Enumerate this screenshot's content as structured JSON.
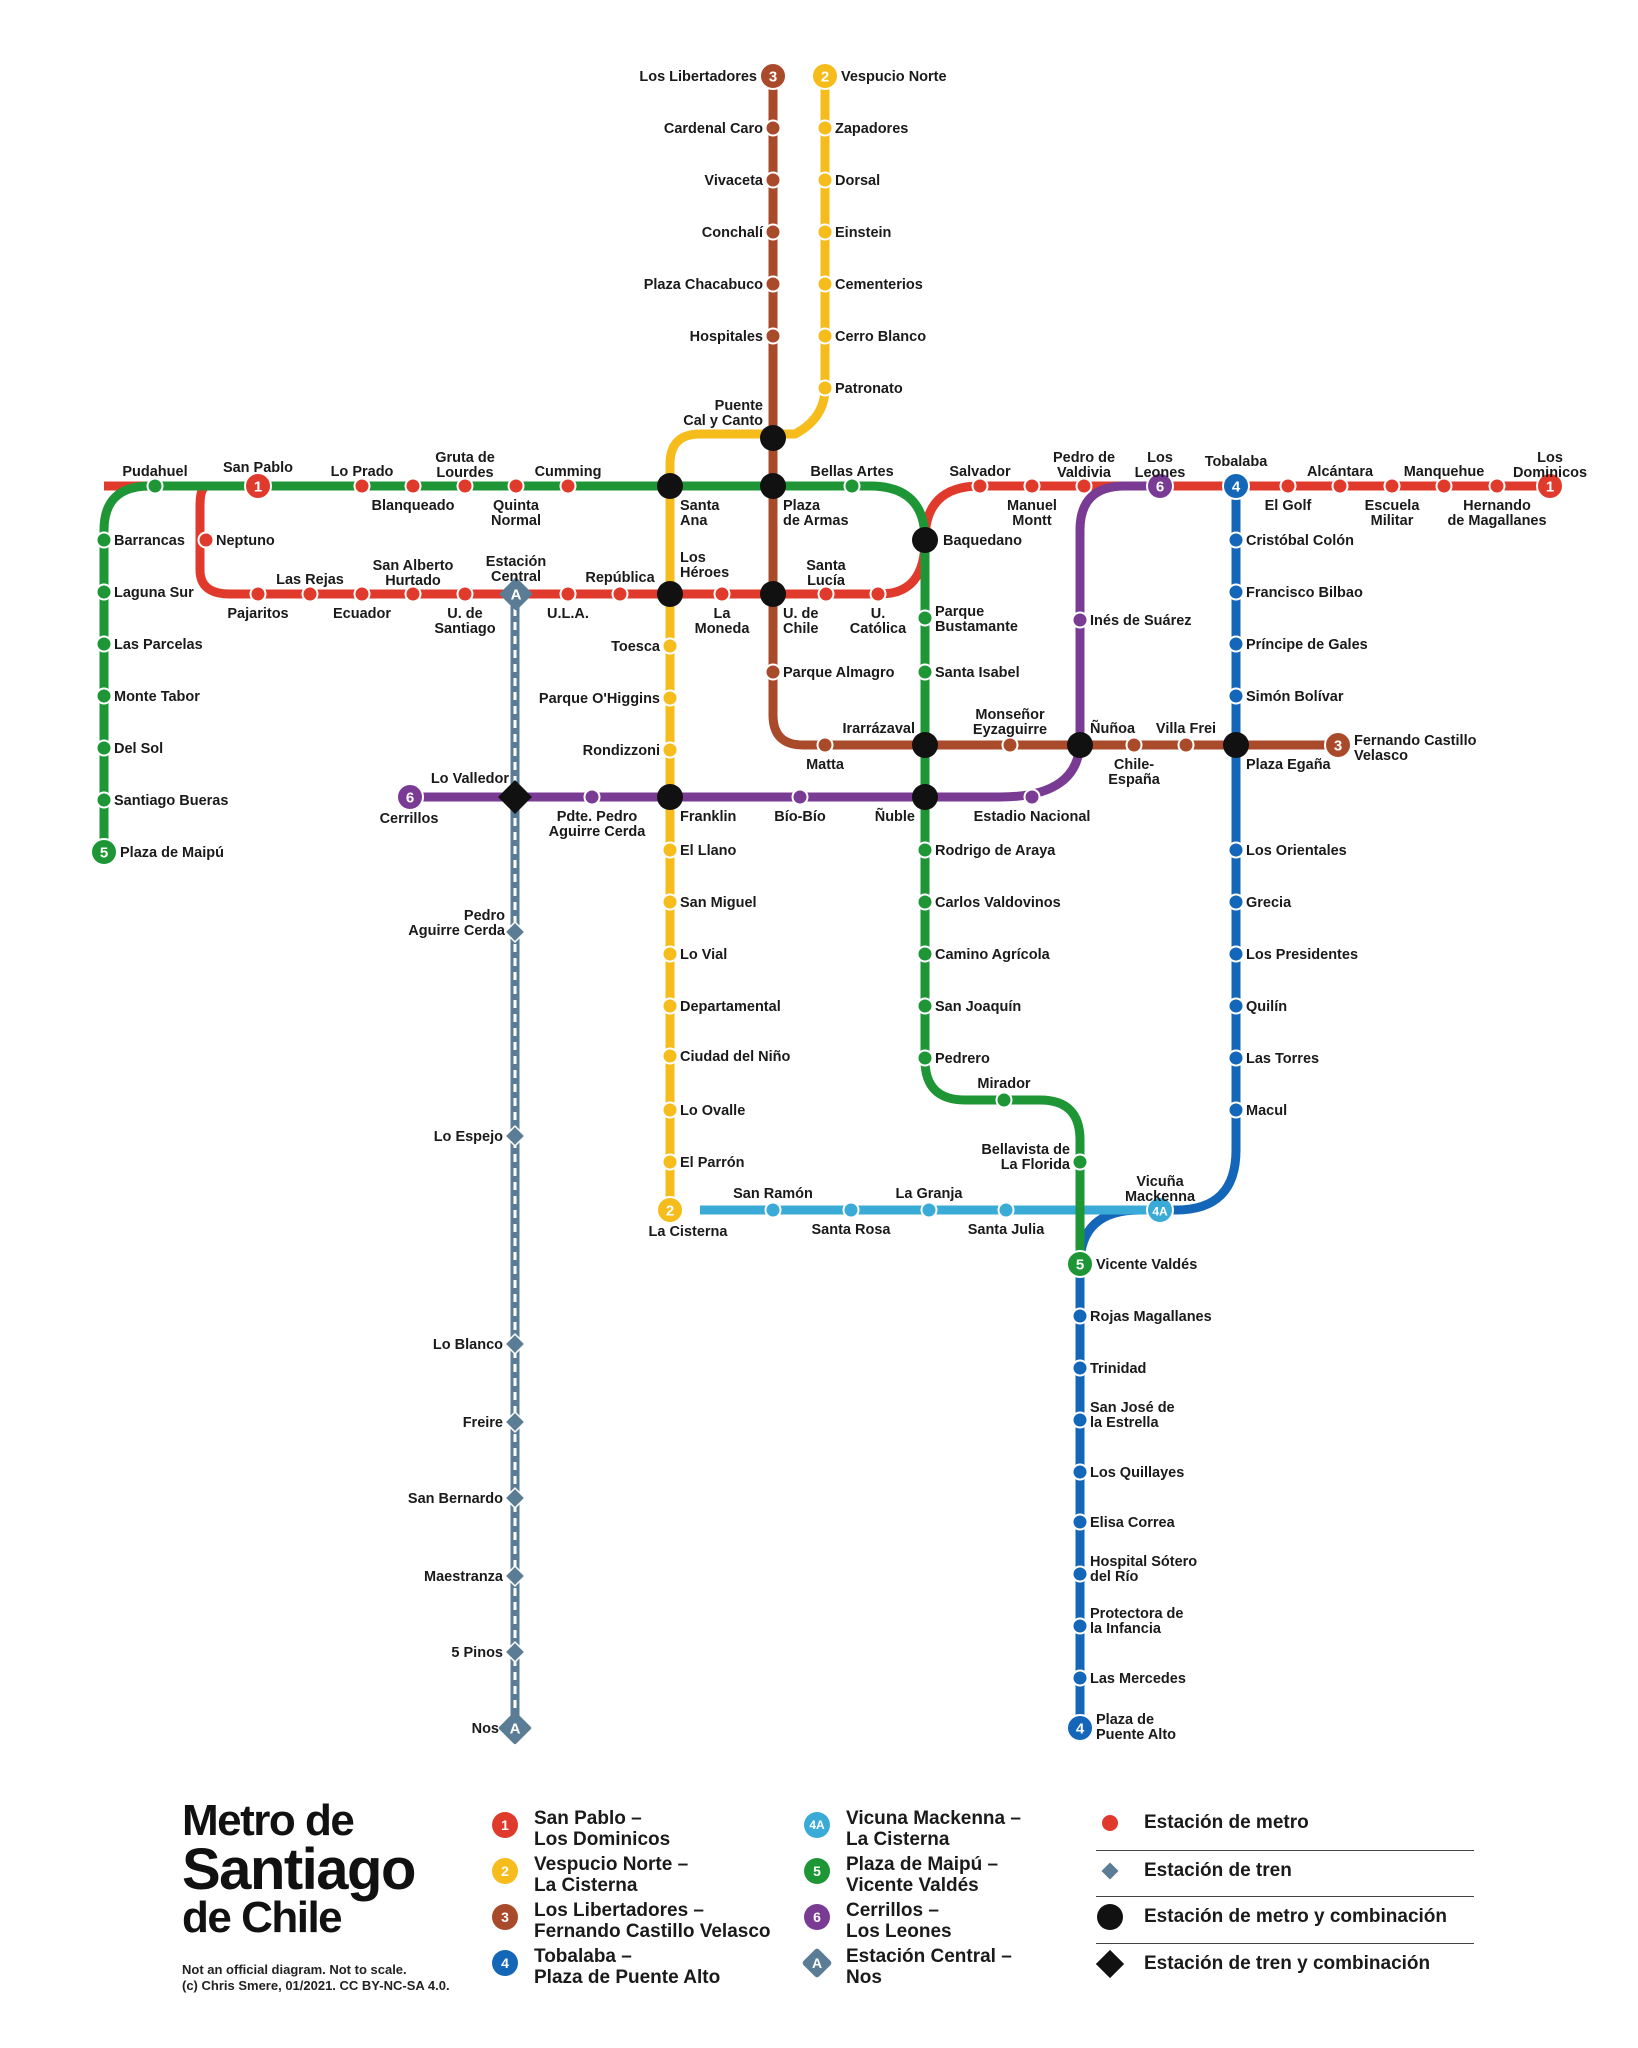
{
  "colors": {
    "line1": "#e03a2c",
    "line2": "#f6bc1b",
    "line3": "#a94a2a",
    "line4": "#1467b8",
    "line4a": "#3aabd6",
    "line5": "#1e9636",
    "line6": "#7a3b94",
    "lineA": "#5a7d95",
    "interchange": "#111111"
  },
  "lines": [
    {
      "id": "1",
      "color": "line1",
      "paths": [
        "M 104 486 L 208 486 Q 200 486 200 505 L 200 570 Q 200 594 230 594 L 880 594 Q 925 594 925 540 Q 925 486 980 486 L 1550 486"
      ]
    },
    {
      "id": "2",
      "color": "line2",
      "paths": [
        "M 825 76 L 825 388 Q 825 418 795 434 L 700 434 Q 670 434 670 464 L 670 1210"
      ]
    },
    {
      "id": "3",
      "color": "line3",
      "paths": [
        "M 773 76 L 773 715 Q 773 745 803 745 L 1338 745"
      ]
    },
    {
      "id": "4",
      "color": "line4",
      "paths": [
        "M 1236 486 L 1236 1150 Q 1236 1210 1176 1210 L 1140 1210 Q 1080 1210 1080 1265 L 1080 1728"
      ]
    },
    {
      "id": "4A",
      "color": "line4a",
      "paths": [
        "M 700 1210 L 1160 1210"
      ]
    },
    {
      "id": "5",
      "color": "line5",
      "paths": [
        "M 104 845 L 104 530 Q 104 486 150 486 L 870 486 Q 925 486 925 540 L 925 1060 Q 925 1100 965 1100 L 1040 1100 Q 1080 1100 1080 1140 L 1080 1264"
      ]
    },
    {
      "id": "6",
      "color": "line6",
      "paths": [
        "M 410 797 L 1000 797 Q 1080 797 1080 740 L 1080 530 Q 1080 486 1125 486 L 1160 486"
      ]
    },
    {
      "id": "A",
      "color": "lineA",
      "paths": [
        "M 515 594 L 515 1722"
      ]
    }
  ],
  "stations": [
    {
      "n": "Pudahuel",
      "k": "s",
      "l": "5"
    },
    {
      "n": "San Pablo",
      "k": "t",
      "l": "1"
    },
    {
      "n": "Lo Prado",
      "k": "s",
      "l": "1"
    },
    {
      "n": "Blanqueado",
      "k": "s",
      "l": "1"
    },
    {
      "n": "Gruta de Lourdes",
      "k": "s",
      "l": "1"
    },
    {
      "n": "Quinta Normal",
      "k": "s",
      "l": "1"
    },
    {
      "n": "Cumming",
      "k": "s",
      "l": "1"
    },
    {
      "n": "Santa Ana",
      "k": "x"
    },
    {
      "n": "Plaza de Armas",
      "k": "x"
    },
    {
      "n": "Bellas Artes",
      "k": "s",
      "l": "5"
    },
    {
      "n": "Baquedano",
      "k": "x"
    },
    {
      "n": "Salvador",
      "k": "s",
      "l": "1"
    },
    {
      "n": "Manuel Montt",
      "k": "s",
      "l": "1"
    },
    {
      "n": "Pedro de Valdivia",
      "k": "s",
      "l": "1"
    },
    {
      "n": "Los Leones",
      "k": "t",
      "l": "6"
    },
    {
      "n": "Tobalaba",
      "k": "t",
      "l": "4"
    },
    {
      "n": "El Golf",
      "k": "s",
      "l": "1"
    },
    {
      "n": "Alcántara",
      "k": "s",
      "l": "1"
    },
    {
      "n": "Escuela Militar",
      "k": "s",
      "l": "1"
    },
    {
      "n": "Manquehue",
      "k": "s",
      "l": "1"
    },
    {
      "n": "Hernando de Magallanes",
      "k": "s",
      "l": "1"
    },
    {
      "n": "Los Dominicos",
      "k": "t",
      "l": "1"
    },
    {
      "n": "Neptuno",
      "k": "s",
      "l": "1"
    },
    {
      "n": "Pajaritos",
      "k": "s",
      "l": "1"
    },
    {
      "n": "Las Rejas",
      "k": "s",
      "l": "1"
    },
    {
      "n": "Ecuador",
      "k": "s",
      "l": "1"
    },
    {
      "n": "San Alberto Hurtado",
      "k": "s",
      "l": "1"
    },
    {
      "n": "U. de Santiago",
      "k": "s",
      "l": "1"
    },
    {
      "n": "Estación Central",
      "k": "t",
      "l": "A"
    },
    {
      "n": "U.L.A.",
      "k": "s",
      "l": "1"
    },
    {
      "n": "República",
      "k": "s",
      "l": "1"
    },
    {
      "n": "Los Héroes",
      "k": "x"
    },
    {
      "n": "La Moneda",
      "k": "s",
      "l": "1"
    },
    {
      "n": "U. de Chile",
      "k": "x"
    },
    {
      "n": "Santa Lucía",
      "k": "s",
      "l": "1"
    },
    {
      "n": "U. Católica",
      "k": "s",
      "l": "1"
    },
    {
      "n": "Los Libertadores",
      "k": "t",
      "l": "3"
    },
    {
      "n": "Cardenal Caro",
      "k": "s",
      "l": "3"
    },
    {
      "n": "Vivaceta",
      "k": "s",
      "l": "3"
    },
    {
      "n": "Conchalí",
      "k": "s",
      "l": "3"
    },
    {
      "n": "Plaza Chacabuco",
      "k": "s",
      "l": "3"
    },
    {
      "n": "Hospitales",
      "k": "s",
      "l": "3"
    },
    {
      "n": "Puente Cal y Canto",
      "k": "x"
    },
    {
      "n": "Parque Almagro",
      "k": "s",
      "l": "3"
    },
    {
      "n": "Matta",
      "k": "s",
      "l": "3"
    },
    {
      "n": "Irarrázaval",
      "k": "x"
    },
    {
      "n": "Monseñor Eyzaguirre",
      "k": "s",
      "l": "3"
    },
    {
      "n": "Ñuñoa",
      "k": "x"
    },
    {
      "n": "Chile-España",
      "k": "s",
      "l": "3"
    },
    {
      "n": "Villa Frei",
      "k": "s",
      "l": "3"
    },
    {
      "n": "Plaza Egaña",
      "k": "x"
    },
    {
      "n": "Fernando Castillo Velasco",
      "k": "t",
      "l": "3"
    },
    {
      "n": "Vespucio Norte",
      "k": "t",
      "l": "2"
    },
    {
      "n": "Zapadores",
      "k": "s",
      "l": "2"
    },
    {
      "n": "Dorsal",
      "k": "s",
      "l": "2"
    },
    {
      "n": "Einstein",
      "k": "s",
      "l": "2"
    },
    {
      "n": "Cementerios",
      "k": "s",
      "l": "2"
    },
    {
      "n": "Cerro Blanco",
      "k": "s",
      "l": "2"
    },
    {
      "n": "Patronato",
      "k": "s",
      "l": "2"
    },
    {
      "n": "Toesca",
      "k": "s",
      "l": "2"
    },
    {
      "n": "Parque O'Higgins",
      "k": "s",
      "l": "2"
    },
    {
      "n": "Rondizzoni",
      "k": "s",
      "l": "2"
    },
    {
      "n": "Franklin",
      "k": "x"
    },
    {
      "n": "El Llano",
      "k": "s",
      "l": "2"
    },
    {
      "n": "San Miguel",
      "k": "s",
      "l": "2"
    },
    {
      "n": "Lo Vial",
      "k": "s",
      "l": "2"
    },
    {
      "n": "Departamental",
      "k": "s",
      "l": "2"
    },
    {
      "n": "Ciudad del Niño",
      "k": "s",
      "l": "2"
    },
    {
      "n": "Lo Ovalle",
      "k": "s",
      "l": "2"
    },
    {
      "n": "El Parrón",
      "k": "s",
      "l": "2"
    },
    {
      "n": "La Cisterna",
      "k": "t",
      "l": "2"
    },
    {
      "n": "Cristóbal Colón",
      "k": "s",
      "l": "4"
    },
    {
      "n": "Francisco Bilbao",
      "k": "s",
      "l": "4"
    },
    {
      "n": "Príncipe de Gales",
      "k": "s",
      "l": "4"
    },
    {
      "n": "Simón Bolívar",
      "k": "s",
      "l": "4"
    },
    {
      "n": "Los Orientales",
      "k": "s",
      "l": "4"
    },
    {
      "n": "Grecia",
      "k": "s",
      "l": "4"
    },
    {
      "n": "Los Presidentes",
      "k": "s",
      "l": "4"
    },
    {
      "n": "Quilín",
      "k": "s",
      "l": "4"
    },
    {
      "n": "Las Torres",
      "k": "s",
      "l": "4"
    },
    {
      "n": "Macul",
      "k": "s",
      "l": "4"
    },
    {
      "n": "Vicuña Mackenna",
      "k": "t",
      "l": "4A"
    },
    {
      "n": "Vicente Valdés",
      "k": "t",
      "l": "5"
    },
    {
      "n": "Rojas Magallanes",
      "k": "s",
      "l": "4"
    },
    {
      "n": "Trinidad",
      "k": "s",
      "l": "4"
    },
    {
      "n": "San José de la Estrella",
      "k": "s",
      "l": "4"
    },
    {
      "n": "Los Quillayes",
      "k": "s",
      "l": "4"
    },
    {
      "n": "Elisa Correa",
      "k": "s",
      "l": "4"
    },
    {
      "n": "Hospital Sótero del Río",
      "k": "s",
      "l": "4"
    },
    {
      "n": "Protectora de la Infancia",
      "k": "s",
      "l": "4"
    },
    {
      "n": "Las Mercedes",
      "k": "s",
      "l": "4"
    },
    {
      "n": "Plaza de Puente Alto",
      "k": "t",
      "l": "4"
    },
    {
      "n": "San Ramón",
      "k": "s",
      "l": "4A"
    },
    {
      "n": "Santa Rosa",
      "k": "s",
      "l": "4A"
    },
    {
      "n": "La Granja",
      "k": "s",
      "l": "4A"
    },
    {
      "n": "Santa Julia",
      "k": "s",
      "l": "4A"
    },
    {
      "n": "Barrancas",
      "k": "s",
      "l": "5"
    },
    {
      "n": "Laguna Sur",
      "k": "s",
      "l": "5"
    },
    {
      "n": "Las Parcelas",
      "k": "s",
      "l": "5"
    },
    {
      "n": "Monte Tabor",
      "k": "s",
      "l": "5"
    },
    {
      "n": "Del Sol",
      "k": "s",
      "l": "5"
    },
    {
      "n": "Santiago Bueras",
      "k": "s",
      "l": "5"
    },
    {
      "n": "Plaza de Maipú",
      "k": "t",
      "l": "5"
    },
    {
      "n": "Parque Bustamante",
      "k": "s",
      "l": "5"
    },
    {
      "n": "Santa Isabel",
      "k": "s",
      "l": "5"
    },
    {
      "n": "Ñuble",
      "k": "x"
    },
    {
      "n": "Rodrigo de Araya",
      "k": "s",
      "l": "5"
    },
    {
      "n": "Carlos Valdovinos",
      "k": "s",
      "l": "5"
    },
    {
      "n": "Camino Agrícola",
      "k": "s",
      "l": "5"
    },
    {
      "n": "San Joaquín",
      "k": "s",
      "l": "5"
    },
    {
      "n": "Pedrero",
      "k": "s",
      "l": "5"
    },
    {
      "n": "Mirador",
      "k": "s",
      "l": "5"
    },
    {
      "n": "Bellavista de La Florida",
      "k": "s",
      "l": "5"
    },
    {
      "n": "Cerrillos",
      "k": "t",
      "l": "6"
    },
    {
      "n": "Lo Valledor",
      "k": "xd"
    },
    {
      "n": "Pdte. Pedro Aguirre Cerda",
      "k": "s",
      "l": "6"
    },
    {
      "n": "Bío-Bío",
      "k": "s",
      "l": "6"
    },
    {
      "n": "Estadio Nacional",
      "k": "s",
      "l": "6"
    },
    {
      "n": "Inés de Suárez",
      "k": "s",
      "l": "6"
    },
    {
      "n": "Pedro Aguirre Cerda",
      "k": "d"
    },
    {
      "n": "Lo Espejo",
      "k": "d"
    },
    {
      "n": "Lo Blanco",
      "k": "d"
    },
    {
      "n": "Freire",
      "k": "d"
    },
    {
      "n": "San Bernardo",
      "k": "d"
    },
    {
      "n": "Maestranza",
      "k": "d"
    },
    {
      "n": "5 Pinos",
      "k": "d"
    },
    {
      "n": "Nos",
      "k": "t",
      "l": "A"
    }
  ],
  "legend": {
    "title": [
      "Metro de",
      "Santiago",
      "de Chile"
    ],
    "note": [
      "Not an official diagram. Not to scale.",
      "(c) Chris Smere, 01/2021. CC BY-NC-SA 4.0."
    ],
    "lines": [
      {
        "badge": "1",
        "color": "line1",
        "text": [
          "San Pablo –",
          "Los Dominicos"
        ]
      },
      {
        "badge": "2",
        "color": "line2",
        "text": [
          "Vespucio Norte –",
          "La Cisterna"
        ]
      },
      {
        "badge": "3",
        "color": "line3",
        "text": [
          "Los Libertadores –",
          "Fernando Castillo Velasco"
        ]
      },
      {
        "badge": "4",
        "color": "line4",
        "text": [
          "Tobalaba –",
          "Plaza de Puente Alto"
        ]
      },
      {
        "badge": "4A",
        "color": "line4a",
        "text": [
          "Vicuna Mackenna –",
          "La Cisterna"
        ]
      },
      {
        "badge": "5",
        "color": "line5",
        "text": [
          "Plaza de Maipú –",
          "Vicente Valdés"
        ]
      },
      {
        "badge": "6",
        "color": "line6",
        "text": [
          "Cerrillos –",
          "Los Leones"
        ]
      },
      {
        "badge": "A",
        "color": "lineA",
        "text": [
          "Estación Central –",
          "Nos"
        ]
      }
    ],
    "kinds": [
      "Estación de metro",
      "Estación de tren",
      "Estación de metro y combinación",
      "Estación de tren y combinación"
    ]
  }
}
